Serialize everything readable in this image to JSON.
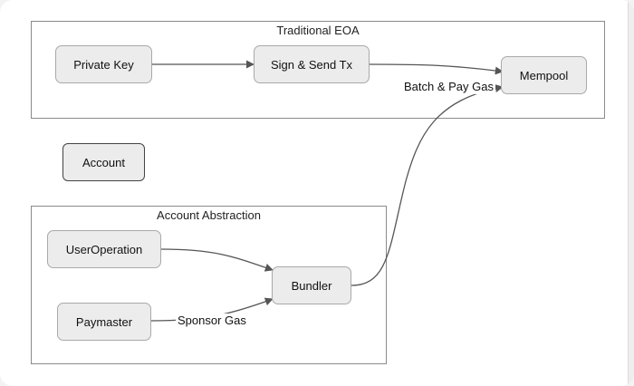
{
  "clusters": {
    "eoa": {
      "title": "Traditional EOA"
    },
    "aa": {
      "title": "Account Abstraction"
    }
  },
  "nodes": {
    "private_key": "Private Key",
    "sign_send": "Sign & Send Tx",
    "mempool": "Mempool",
    "account": "Account",
    "user_operation": "UserOperation",
    "bundler": "Bundler",
    "paymaster": "Paymaster"
  },
  "edges": {
    "batch_pay_gas": "Batch & Pay Gas",
    "sponsor_gas": "Sponsor Gas"
  }
}
